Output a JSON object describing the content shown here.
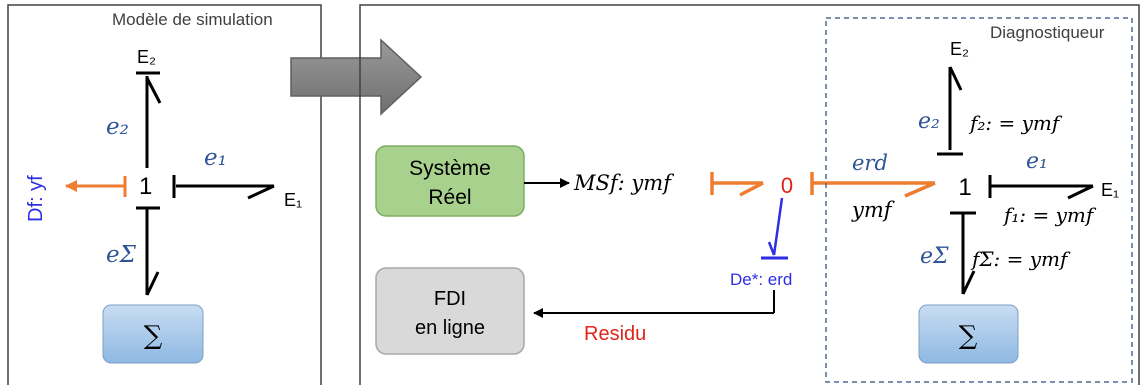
{
  "left_panel": {
    "title": "Modèle de simulation",
    "junction": "1",
    "e2": "e₂",
    "e1": "e₁",
    "esigma": "eΣ",
    "E2": "E₂",
    "E1": "E₁",
    "detector": "Df: yf",
    "sum_box": "∑"
  },
  "main_panel": {
    "systeme_line1": "Système",
    "systeme_line2": "Réel",
    "msf": "MSf: ymf",
    "zero_junction": "0",
    "de_label": "De*: erd",
    "residu": "Residu",
    "fdi_line1": "FDI",
    "fdi_line2": "en ligne",
    "erd": "erd",
    "ymf": "ymf"
  },
  "diagnostiqueur": {
    "title": "Diagnostiqueur",
    "junction": "1",
    "E2": "E₂",
    "E1": "E₁",
    "e2": "e₂",
    "e1": "e₁",
    "esigma": "eΣ",
    "f2": "f₂: = ymf",
    "f1": "f₁: = ymf",
    "fsigma": "fΣ: = ymf",
    "sum_box": "∑"
  },
  "colors": {
    "orange": "#ED7D31",
    "blue_label": "#2F5597",
    "detector_blue": "#2E2EE6",
    "residu_red": "#E0241B",
    "green_fill": "#A9D18E",
    "gray_fill": "#D9D9D9",
    "sum_fill": "#9DC3E6"
  }
}
